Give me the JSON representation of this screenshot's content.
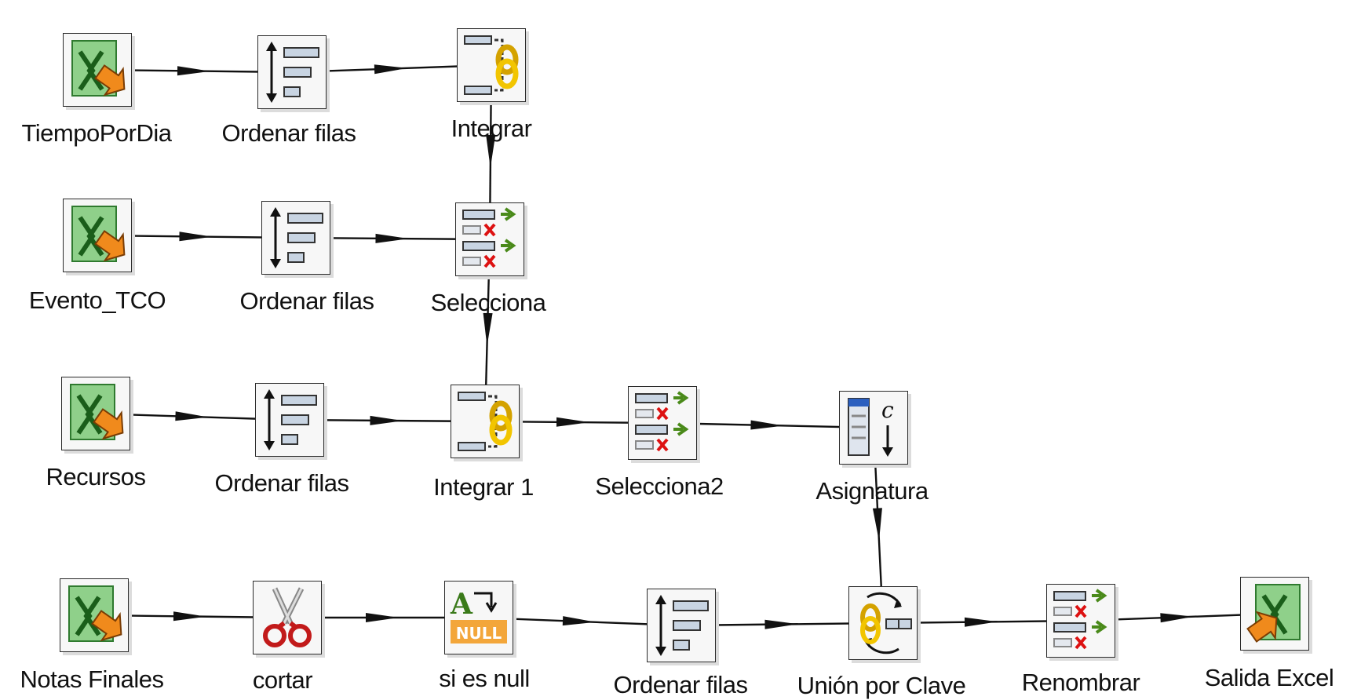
{
  "steps": [
    {
      "id": "tiempo",
      "label": "TiempoPorDia",
      "icon": "excel-input-icon"
    },
    {
      "id": "ordenar1",
      "label": "Ordenar filas",
      "icon": "sort-rows-icon"
    },
    {
      "id": "integrar",
      "label": "Integrar",
      "icon": "merge-join-icon"
    },
    {
      "id": "evento",
      "label": "Evento_TCO",
      "icon": "excel-input-icon"
    },
    {
      "id": "ordenar2",
      "label": "Ordenar filas",
      "icon": "sort-rows-icon"
    },
    {
      "id": "selecciona",
      "label": "Selecciona",
      "icon": "select-values-icon"
    },
    {
      "id": "recursos",
      "label": "Recursos",
      "icon": "excel-input-icon"
    },
    {
      "id": "ordenar3",
      "label": "Ordenar filas",
      "icon": "sort-rows-icon"
    },
    {
      "id": "integrar1",
      "label": "Integrar 1",
      "icon": "merge-join-icon"
    },
    {
      "id": "selecciona2",
      "label": "Selecciona2",
      "icon": "select-values-icon"
    },
    {
      "id": "asignatura",
      "label": "Asignatura",
      "icon": "constant-icon"
    },
    {
      "id": "notas",
      "label": "Notas Finales",
      "icon": "excel-input-icon"
    },
    {
      "id": "cortar",
      "label": "cortar",
      "icon": "scissors-icon"
    },
    {
      "id": "sinull",
      "label": "si es null",
      "icon": "if-null-icon"
    },
    {
      "id": "ordenar4",
      "label": "Ordenar filas",
      "icon": "sort-rows-icon"
    },
    {
      "id": "union",
      "label": "Unión por Clave",
      "icon": "key-merge-icon"
    },
    {
      "id": "renombrar",
      "label": "Renombrar",
      "icon": "select-values-icon"
    },
    {
      "id": "salida",
      "label": "Salida Excel",
      "icon": "excel-output-icon"
    }
  ],
  "hops": [
    {
      "from": "tiempo",
      "to": "ordenar1"
    },
    {
      "from": "ordenar1",
      "to": "integrar"
    },
    {
      "from": "integrar",
      "to": "selecciona"
    },
    {
      "from": "evento",
      "to": "ordenar2"
    },
    {
      "from": "ordenar2",
      "to": "selecciona"
    },
    {
      "from": "selecciona",
      "to": "integrar1"
    },
    {
      "from": "recursos",
      "to": "ordenar3"
    },
    {
      "from": "ordenar3",
      "to": "integrar1"
    },
    {
      "from": "integrar1",
      "to": "selecciona2"
    },
    {
      "from": "selecciona2",
      "to": "asignatura"
    },
    {
      "from": "asignatura",
      "to": "union"
    },
    {
      "from": "notas",
      "to": "cortar"
    },
    {
      "from": "cortar",
      "to": "sinull"
    },
    {
      "from": "sinull",
      "to": "ordenar4"
    },
    {
      "from": "ordenar4",
      "to": "union"
    },
    {
      "from": "union",
      "to": "renombrar"
    },
    {
      "from": "renombrar",
      "to": "salida"
    }
  ]
}
